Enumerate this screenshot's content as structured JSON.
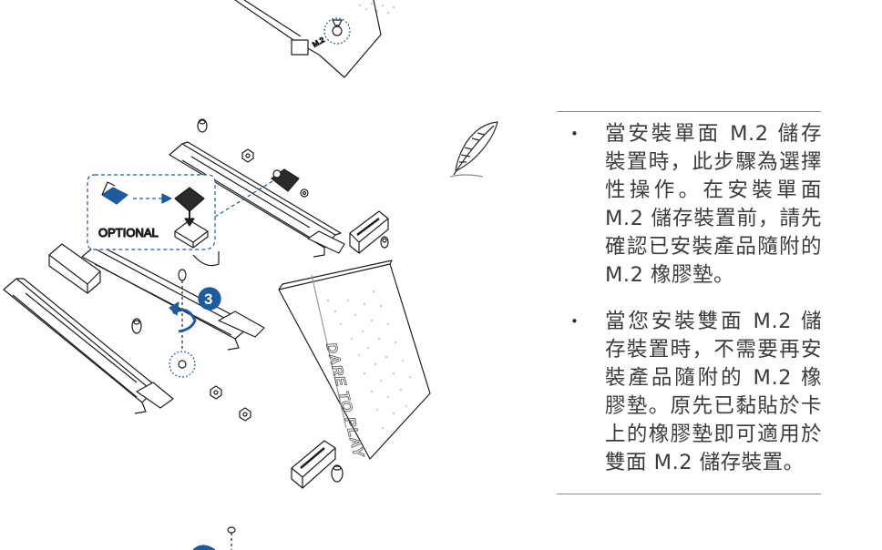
{
  "illustration": {
    "optional_label": "OPTIONAL",
    "step_number": "3",
    "slot_label": "M.2",
    "card_brand": "DARE TO PLAY",
    "accent_color": "#1d5aa0"
  },
  "notes": {
    "icon": "feather-quill-icon",
    "items": [
      {
        "text": "當安裝單面 M.2 儲存裝置時，此步驟為選擇性操作。在安裝單面 M.2 儲存裝置前，請先確認已安裝產品隨附的 M.2 橡膠墊。"
      },
      {
        "text": "當您安裝雙面 M.2 儲存裝置時，不需要再安裝產品隨附的 M.2 橡膠墊。原先已黏貼於卡上的橡膠墊即可適用於雙面 M.2 儲存裝置。"
      }
    ]
  }
}
